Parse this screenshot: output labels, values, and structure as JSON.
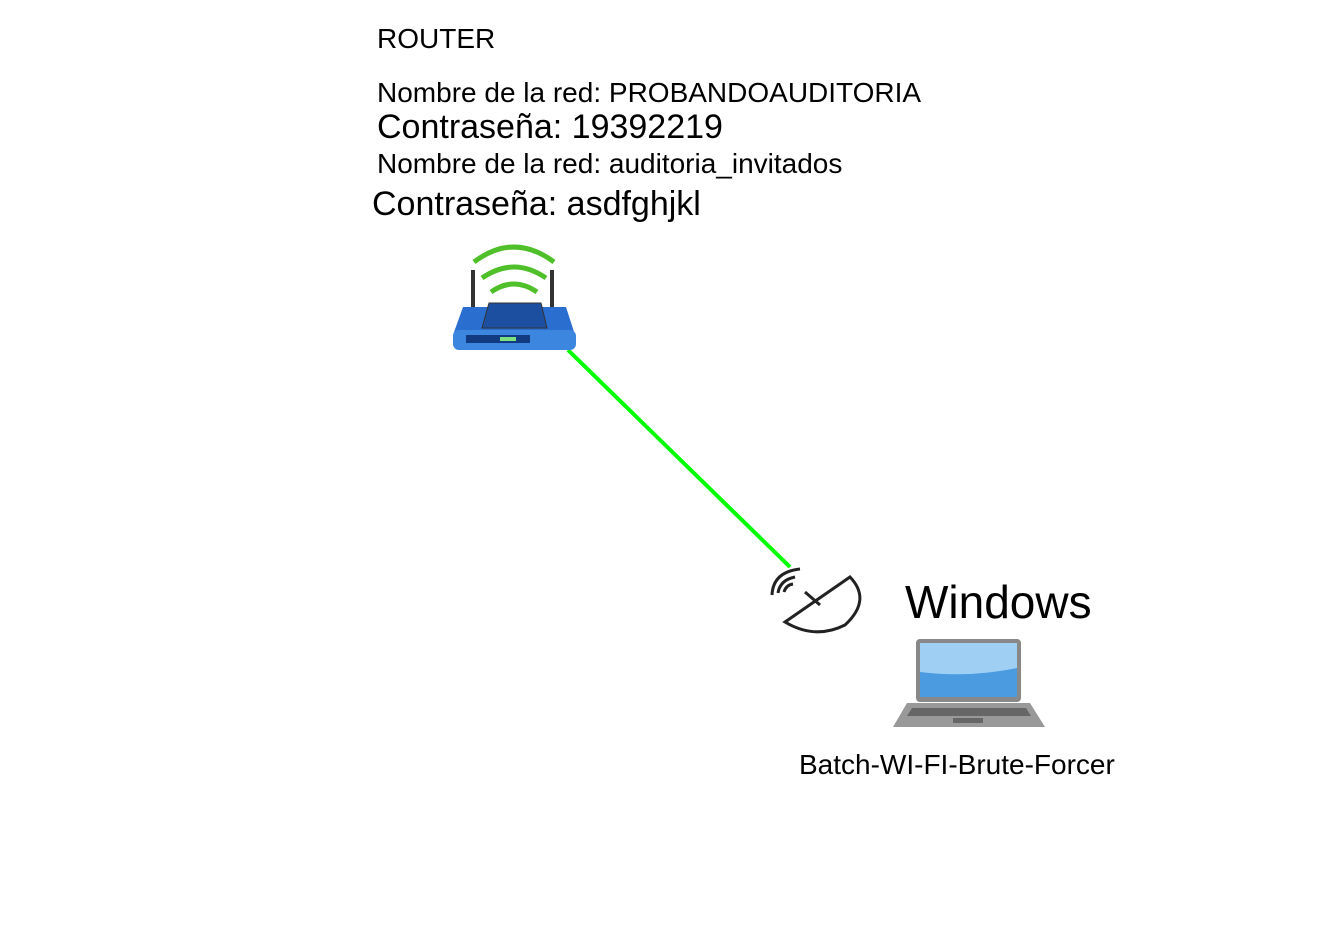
{
  "router": {
    "title": "ROUTER",
    "networks": [
      {
        "name_line": "Nombre de la red: PROBANDOAUDITORIA",
        "password_line": "Contraseña: 19392219"
      },
      {
        "name_line": "Nombre de la red: auditoria_invitados",
        "password_line": "Contraseña: asdfghjkl"
      }
    ]
  },
  "client": {
    "os_label": "Windows",
    "hostname": "Batch-WI-FI-Brute-Forcer"
  },
  "colors": {
    "link": "#00ff00",
    "router_blue": "#2a6fd0",
    "wifi_green": "#4fc02a"
  }
}
